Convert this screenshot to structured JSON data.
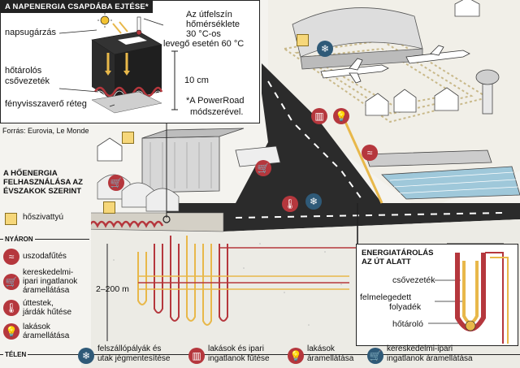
{
  "inset_top": {
    "title": "A NAPENERGIA CSAPDÁBA EJTÉSE*",
    "sunlight": "napsugárzás",
    "surface_temp_line1": "Az útfelszín",
    "surface_temp_line2": "hőmérséklete",
    "surface_temp_line3": "30 °C-os",
    "surface_temp_line4": "levegő esetén 60 °C",
    "pipes_line1": "hőtárolós",
    "pipes_line2": "csővezeték",
    "depth": "10 cm",
    "layer": "fényvisszaverő réteg",
    "note_line1": "*A PowerRoad",
    "note_line2": "módszerével."
  },
  "source": "Forrás: Eurovia, Le Monde",
  "legend": {
    "title_line1": "A HŐENERGIA",
    "title_line2": "FELHASZNÁLÁSA AZ",
    "title_line3": "ÉVSZAKOK SZERINT",
    "heat_pump": "hőszivattyú",
    "summer": "NYÁRON",
    "items_summer": [
      {
        "icon": "pool-icon",
        "label_lines": [
          "uszodafűtés"
        ]
      },
      {
        "icon": "cart-icon",
        "label_lines": [
          "kereskedelmi-",
          "ipari ingatlanok",
          "áramellátása"
        ]
      },
      {
        "icon": "thermometer-icon",
        "label_lines": [
          "úttestek,",
          "járdák hűtése"
        ]
      },
      {
        "icon": "bulb-icon",
        "label_lines": [
          "lakások",
          "áramellátása"
        ]
      }
    ],
    "winter": "TÉLEN",
    "items_winter": [
      {
        "icon": "snowflake-icon",
        "label_lines": [
          "felszállópályák és",
          "utak jégmentesítése"
        ]
      },
      {
        "icon": "radiator-icon",
        "label_lines": [
          "lakások és ipari",
          "ingatlanok fűtése"
        ]
      },
      {
        "icon": "bulb-icon",
        "label_lines": [
          "lakások",
          "áramellátása"
        ]
      },
      {
        "icon": "cart-icon",
        "label_lines": [
          "kereskedelmi-ipari",
          "ingatlanok áramellátása"
        ]
      }
    ]
  },
  "depth_label": "2–200 m",
  "storage": {
    "title_line1": "ENERGIATÁROLÁS",
    "title_line2": "AZ ÚT ALATT",
    "pipes": "csővezeték",
    "fluid_line1": "felmelegedett",
    "fluid_line2": "folyadék",
    "storage_label": "hőtároló"
  },
  "colors": {
    "road": "#2b2b2b",
    "pipe_red": "#b5373d",
    "pipe_yellow": "#e8b84a",
    "snow_blue": "#2f5a78",
    "water": "#9fc8da",
    "ground": "#ecebe5"
  }
}
